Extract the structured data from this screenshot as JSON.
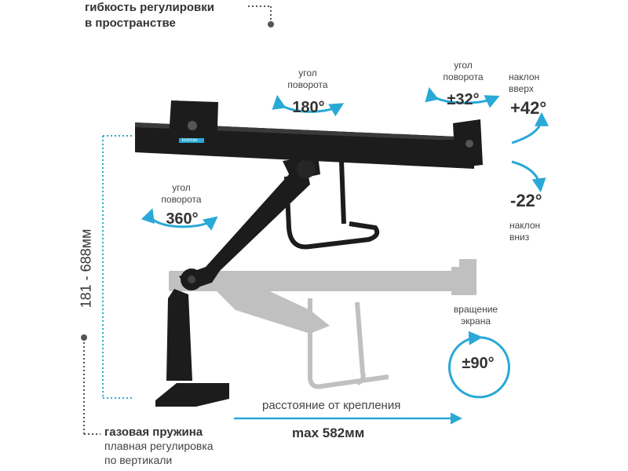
{
  "header": {
    "line1": "гибкость регулировки",
    "line2": "в пространстве"
  },
  "rotation_left": {
    "label_line1": "угол",
    "label_line2": "поворота",
    "value": "360°"
  },
  "rotation_middle": {
    "label_line1": "угол",
    "label_line2": "поворота",
    "value": "180°"
  },
  "rotation_right": {
    "label_line1": "угол",
    "label_line2": "поворота",
    "value": "±32°"
  },
  "tilt_up": {
    "label_line1": "наклон",
    "label_line2": "вверх",
    "value": "+42°"
  },
  "tilt_down": {
    "value": "-22°",
    "label_line1": "наклон",
    "label_line2": "вниз"
  },
  "screen_rotation": {
    "label_line1": "вращение",
    "label_line2": "экрана",
    "value": "±90°"
  },
  "height_range": "181 - 688мм",
  "distance": {
    "label": "расстояние от крепления",
    "value": "max 582мм"
  },
  "gas_spring": {
    "title": "газовая пружина",
    "line1": "плавная регулировка",
    "line2": "по вертикали"
  },
  "brand_label": "kromax",
  "colors": {
    "accent": "#29a9d6",
    "arm": "#1c1c1c",
    "ghost": "#8e8e8e",
    "text": "#333333"
  }
}
